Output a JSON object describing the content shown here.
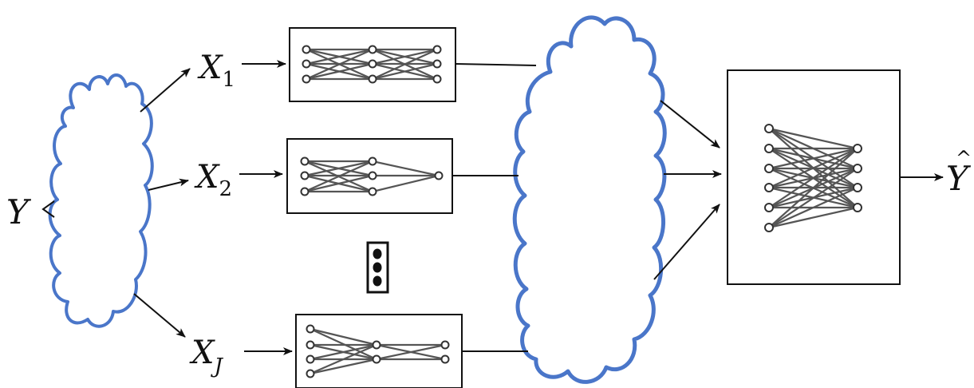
{
  "labels": {
    "Y": "Y",
    "X1": "X",
    "X1_sub": "1",
    "X2": "X",
    "X2_sub": "2",
    "XJ": "X",
    "XJ_sub": "J",
    "Yhat": "Y",
    "Yhat_mark": "^"
  },
  "colors": {
    "cloud": "#4a76c9",
    "edge": "#555555",
    "stroke": "#111111"
  },
  "icons": {
    "ellipsis": "vertical-dots-icon"
  }
}
